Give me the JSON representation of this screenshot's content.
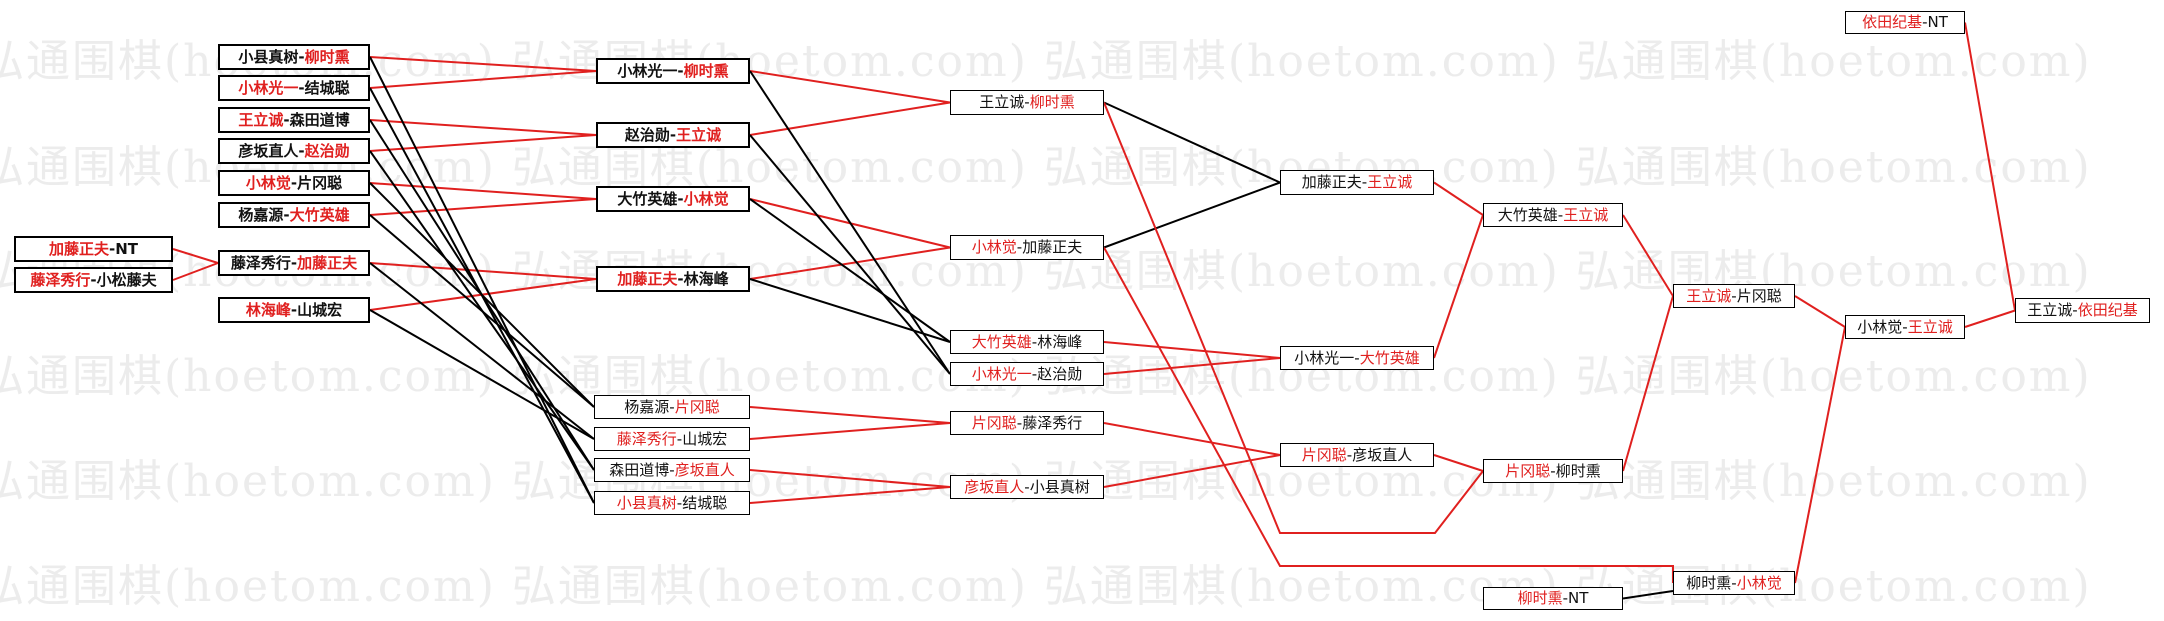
{
  "watermark": {
    "text": "弘通围棋(hoetom.com)"
  },
  "colors": {
    "winner": "#e0201f",
    "loser": "#111111",
    "red_line": "#e0201f",
    "black_line": "#000000"
  },
  "matches": {
    "a1": {
      "p1": "加藤正夫",
      "p2": "NT",
      "winner": 1
    },
    "a2": {
      "p1": "藤泽秀行",
      "p2": "小松藤夫",
      "winner": 1
    },
    "r1": {
      "p1": "小县真树",
      "p2": "柳时熏",
      "winner": 2
    },
    "r2": {
      "p1": "小林光一",
      "p2": "结城聪",
      "winner": 1
    },
    "r3": {
      "p1": "王立诚",
      "p2": "森田道博",
      "winner": 1
    },
    "r4": {
      "p1": "彦坂直人",
      "p2": "赵治勋",
      "winner": 2
    },
    "r5": {
      "p1": "小林觉",
      "p2": "片冈聪",
      "winner": 1
    },
    "r6": {
      "p1": "杨嘉源",
      "p2": "大竹英雄",
      "winner": 2
    },
    "r7": {
      "p1": "藤泽秀行",
      "p2": "加藤正夫",
      "winner": 2
    },
    "r8": {
      "p1": "林海峰",
      "p2": "山城宏",
      "winner": 1
    },
    "w1": {
      "p1": "小林光一",
      "p2": "柳时熏",
      "winner": 2
    },
    "w2": {
      "p1": "赵治勋",
      "p2": "王立诚",
      "winner": 2
    },
    "w3": {
      "p1": "大竹英雄",
      "p2": "小林觉",
      "winner": 2
    },
    "w4": {
      "p1": "加藤正夫",
      "p2": "林海峰",
      "winner": 1
    },
    "l1": {
      "p1": "杨嘉源",
      "p2": "片冈聪",
      "winner": 2
    },
    "l2": {
      "p1": "藤泽秀行",
      "p2": "山城宏",
      "winner": 1
    },
    "l3": {
      "p1": "森田道博",
      "p2": "彦坂直人",
      "winner": 2
    },
    "l4": {
      "p1": "小县真树",
      "p2": "结城聪",
      "winner": 1
    },
    "w5": {
      "p1": "王立诚",
      "p2": "柳时熏",
      "winner": 2
    },
    "w6": {
      "p1": "小林觉",
      "p2": "加藤正夫",
      "winner": 1
    },
    "l5": {
      "p1": "大竹英雄",
      "p2": "林海峰",
      "winner": 1
    },
    "l6": {
      "p1": "小林光一",
      "p2": "赵治勋",
      "winner": 1
    },
    "l7": {
      "p1": "片冈聪",
      "p2": "藤泽秀行",
      "winner": 1
    },
    "l8": {
      "p1": "彦坂直人",
      "p2": "小县真树",
      "winner": 1
    },
    "w7": {
      "p1": "加藤正夫",
      "p2": "王立诚",
      "winner": 2
    },
    "l9": {
      "p1": "小林光一",
      "p2": "大竹英雄",
      "winner": 2
    },
    "l10": {
      "p1": "片冈聪",
      "p2": "彦坂直人",
      "winner": 1
    },
    "l11": {
      "p1": "大竹英雄",
      "p2": "王立诚",
      "winner": 2
    },
    "l12": {
      "p1": "片冈聪",
      "p2": "柳时熏",
      "winner": 1
    },
    "l13": {
      "p1": "王立诚",
      "p2": "片冈聪",
      "winner": 1
    },
    "l14": {
      "p1": "柳时熏",
      "p2": "小林觉",
      "winner": 2
    },
    "l15": {
      "p1": "柳时熏",
      "p2": "NT",
      "winner": 1
    },
    "l16": {
      "p1": "小林觉",
      "p2": "王立诚",
      "winner": 2
    },
    "f1": {
      "p1": "依田纪基",
      "p2": "NT",
      "winner": 1
    },
    "f2": {
      "p1": "王立诚",
      "p2": "依田纪基",
      "winner": 2
    }
  }
}
